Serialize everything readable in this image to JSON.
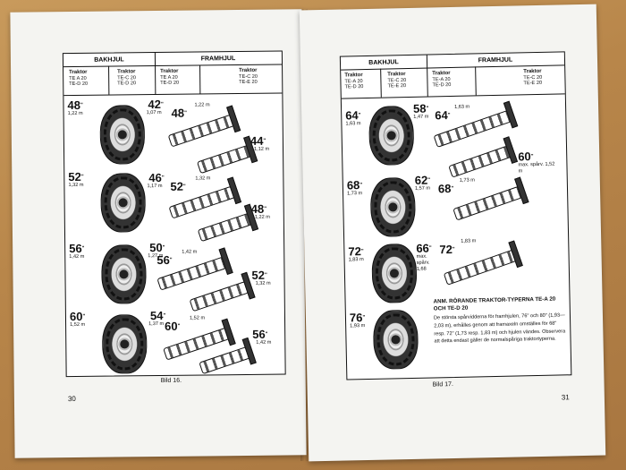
{
  "left_page": {
    "header": {
      "rear": "BAKHJUL",
      "front": "FRAMHJUL"
    },
    "tractor_rear": {
      "title": "Traktor",
      "a": "TE A 20",
      "d": "TE-D 20"
    },
    "tractor_rear2": {
      "title": "Traktor",
      "a": "TE-C 20",
      "d": "TE-D 20"
    },
    "tractor_front": {
      "title": "Traktor",
      "a": "TE A 20",
      "d": "TE-D 20"
    },
    "tractor_front2": {
      "title": "Traktor",
      "a": "TE-C 20",
      "d": "TE-E 20"
    },
    "rows": [
      {
        "rear": "48",
        "rear_m": "1,22 m",
        "mid": "42",
        "mid_m": "1,07 m",
        "front_a": "48",
        "front_a_m": "1,22 m",
        "front_b": "44",
        "front_b_m": "1,12 m"
      },
      {
        "rear": "52",
        "rear_m": "1,32 m",
        "mid": "46",
        "mid_m": "1,17 m",
        "front_a": "52",
        "front_a_m": "1,32 m",
        "front_b": "48",
        "front_b_m": "1,22 m"
      },
      {
        "rear": "56",
        "rear_m": "1,42 m",
        "mid": "50",
        "mid_m": "1,27 m",
        "front_a": "56",
        "front_a_m": "1,42 m",
        "front_b": "52",
        "front_b_m": "1,32 m"
      },
      {
        "rear": "60",
        "rear_m": "1,52 m",
        "mid": "54",
        "mid_m": "1,37 m",
        "front_a": "60",
        "front_a_m": "1,52 m",
        "front_b": "56",
        "front_b_m": "1,42 m"
      }
    ],
    "caption": "Bild 16.",
    "page_number": "30"
  },
  "right_page": {
    "header": {
      "rear": "BAKHJUL",
      "front": "FRAMHJUL"
    },
    "tractor_rear": {
      "title": "Traktor",
      "a": "TE-A 20",
      "d": "TE-D 20"
    },
    "tractor_rear2": {
      "title": "Traktor",
      "a": "TE-C 20",
      "d": "TE-E 20"
    },
    "tractor_front": {
      "title": "Traktor",
      "a": "TE-A 20",
      "d": "TE-D 20"
    },
    "tractor_front2": {
      "title": "Traktor",
      "a": "TE-C 20",
      "d": "TE-E 20"
    },
    "rows": [
      {
        "rear": "64",
        "rear_m": "1,63 m",
        "mid": "58",
        "mid_m": "1,47 m",
        "front_a": "64",
        "front_a_m": "1,63 m",
        "front_b": "60",
        "front_b_m": "max. spårv. 1,52 m"
      },
      {
        "rear": "68",
        "rear_m": "1,73 m",
        "mid": "62",
        "mid_m": "1,57 m",
        "front_a": "68",
        "front_a_m": "1,73 m"
      },
      {
        "rear": "72",
        "rear_m": "1,83 m",
        "mid": "66",
        "mid_m": "max. spårv. 1,68",
        "front_a": "72",
        "front_a_m": "1,83 m"
      },
      {
        "rear": "76",
        "rear_m": "1,93 m"
      }
    ],
    "note_title": "ANM. RÖRANDE TRAKTOR-TYPERNA TE-A 20 OCH TE-D 20",
    "note_body": "De största spårvidderna för framhjulen, 76\" och 80\" (1,93—2,03 m), erhålles genom att framaxeln omställes för 68\" resp. 72\" (1,73 resp. 1,83 m) och hjulen vändes. Observera att detta endast gäller de normalspåriga traktortyperna.",
    "caption": "Bild 17.",
    "page_number": "31"
  }
}
